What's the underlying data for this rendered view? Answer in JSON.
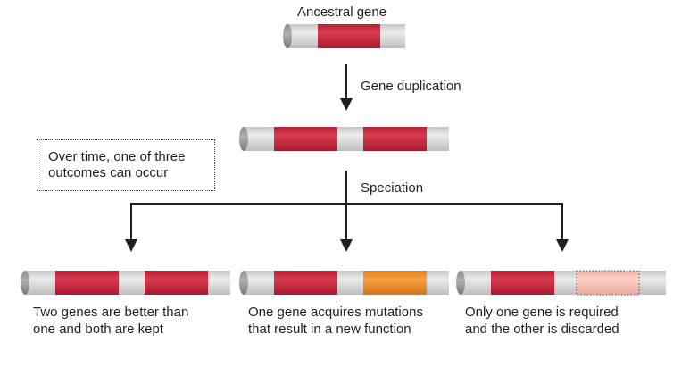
{
  "colors": {
    "gene_red": "#c8263c",
    "gene_orange": "#ee8a2a",
    "gene_pale": "#f5b8ad",
    "rod_gray": "#d4d4d4",
    "end_cap": "#9a9a9a",
    "line": "#231f20"
  },
  "labels": {
    "ancestral": "Ancestral gene",
    "duplication": "Gene duplication",
    "speciation": "Speciation"
  },
  "note": {
    "line1": "Over time, one of three",
    "line2": "outcomes can occur"
  },
  "outcomes": [
    {
      "line1": "Two genes are better than",
      "line2": "one and both are kept"
    },
    {
      "line1": "One gene acquires mutations",
      "line2": "that result in a new function"
    },
    {
      "line1": "Only one gene is required",
      "line2": "and the other is discarded"
    }
  ]
}
